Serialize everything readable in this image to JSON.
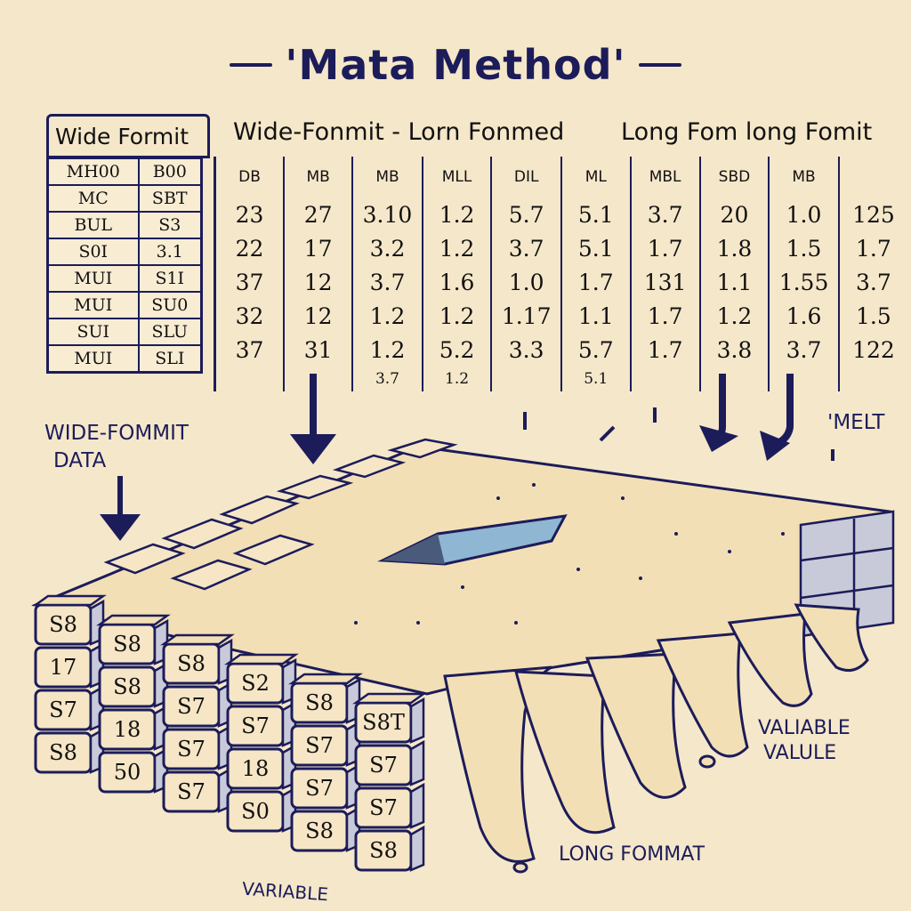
{
  "title": "'Mata Method'",
  "headers": {
    "wide_format": "Wide Formit",
    "transition": "Wide-Fonmit - Lorn Fonmed",
    "long_format": "Long Fom long Fomit"
  },
  "left_table": {
    "rows": [
      [
        "MH00",
        "B00"
      ],
      [
        "MC",
        "SBT"
      ],
      [
        "BUL",
        "S3"
      ],
      [
        "S0I",
        "3.1"
      ],
      [
        "MUI",
        "S1I"
      ],
      [
        "MUI",
        "SU0"
      ],
      [
        "SUI",
        "SLU"
      ],
      [
        "MUI",
        "SLI"
      ]
    ]
  },
  "right_table": {
    "headers": [
      "DB",
      "MB",
      "MB",
      "MLL",
      "DIL",
      "ML",
      "MBL",
      "SBD",
      "MB"
    ],
    "rows": [
      [
        "23",
        "27",
        "3.10",
        "1.2",
        "5.7",
        "5.1",
        "3.7",
        "20",
        "1.0",
        "125"
      ],
      [
        "22",
        "17",
        "3.2",
        "1.2",
        "3.7",
        "5.1",
        "1.7",
        "1.8",
        "1.5",
        "1.7"
      ],
      [
        "37",
        "12",
        "3.7",
        "1.6",
        "1.0",
        "1.7",
        "131",
        "1.1",
        "1.55",
        "3.7"
      ],
      [
        "32",
        "12",
        "1.2",
        "1.2",
        "1.17",
        "1.1",
        "1.7",
        "1.2",
        "1.6",
        "1.5"
      ],
      [
        "37",
        "31",
        "1.2",
        "5.2",
        "3.3",
        "5.7",
        "1.7",
        "3.8",
        "3.7",
        "122"
      ]
    ],
    "tail": [
      "3.7",
      "1.2",
      "5.1"
    ]
  },
  "labels": {
    "wide_data_line1": "WIDE-FOMMIT",
    "wide_data_line2": "DATA",
    "melt": "'MELT",
    "variable_value_line1": "VALIABLE",
    "variable_value_line2": "VALULE",
    "long_format": "LONG FOMMAT",
    "variable": "VARIABLE"
  },
  "cubes": [
    {
      "top": "S8",
      "rows": [
        "17",
        "S7",
        "S8"
      ]
    },
    {
      "top": "S8",
      "rows": [
        "S8",
        "18",
        "50"
      ]
    },
    {
      "top": "S8",
      "rows": [
        "S7",
        "S7",
        "S7"
      ]
    },
    {
      "top": "S2",
      "rows": [
        "S7",
        "18",
        "S0"
      ]
    },
    {
      "top": "S8",
      "rows": [
        "S7",
        "S7",
        "S8"
      ]
    },
    {
      "top": "S8T",
      "rows": [
        "S7",
        "S7",
        "S8"
      ]
    }
  ],
  "colors": {
    "background": "#f5e7c9",
    "ink": "#1c1c5a",
    "slab": "#f3dfb6",
    "side_gray": "#c9cad9",
    "bar_blue": "#8fb6d2"
  }
}
